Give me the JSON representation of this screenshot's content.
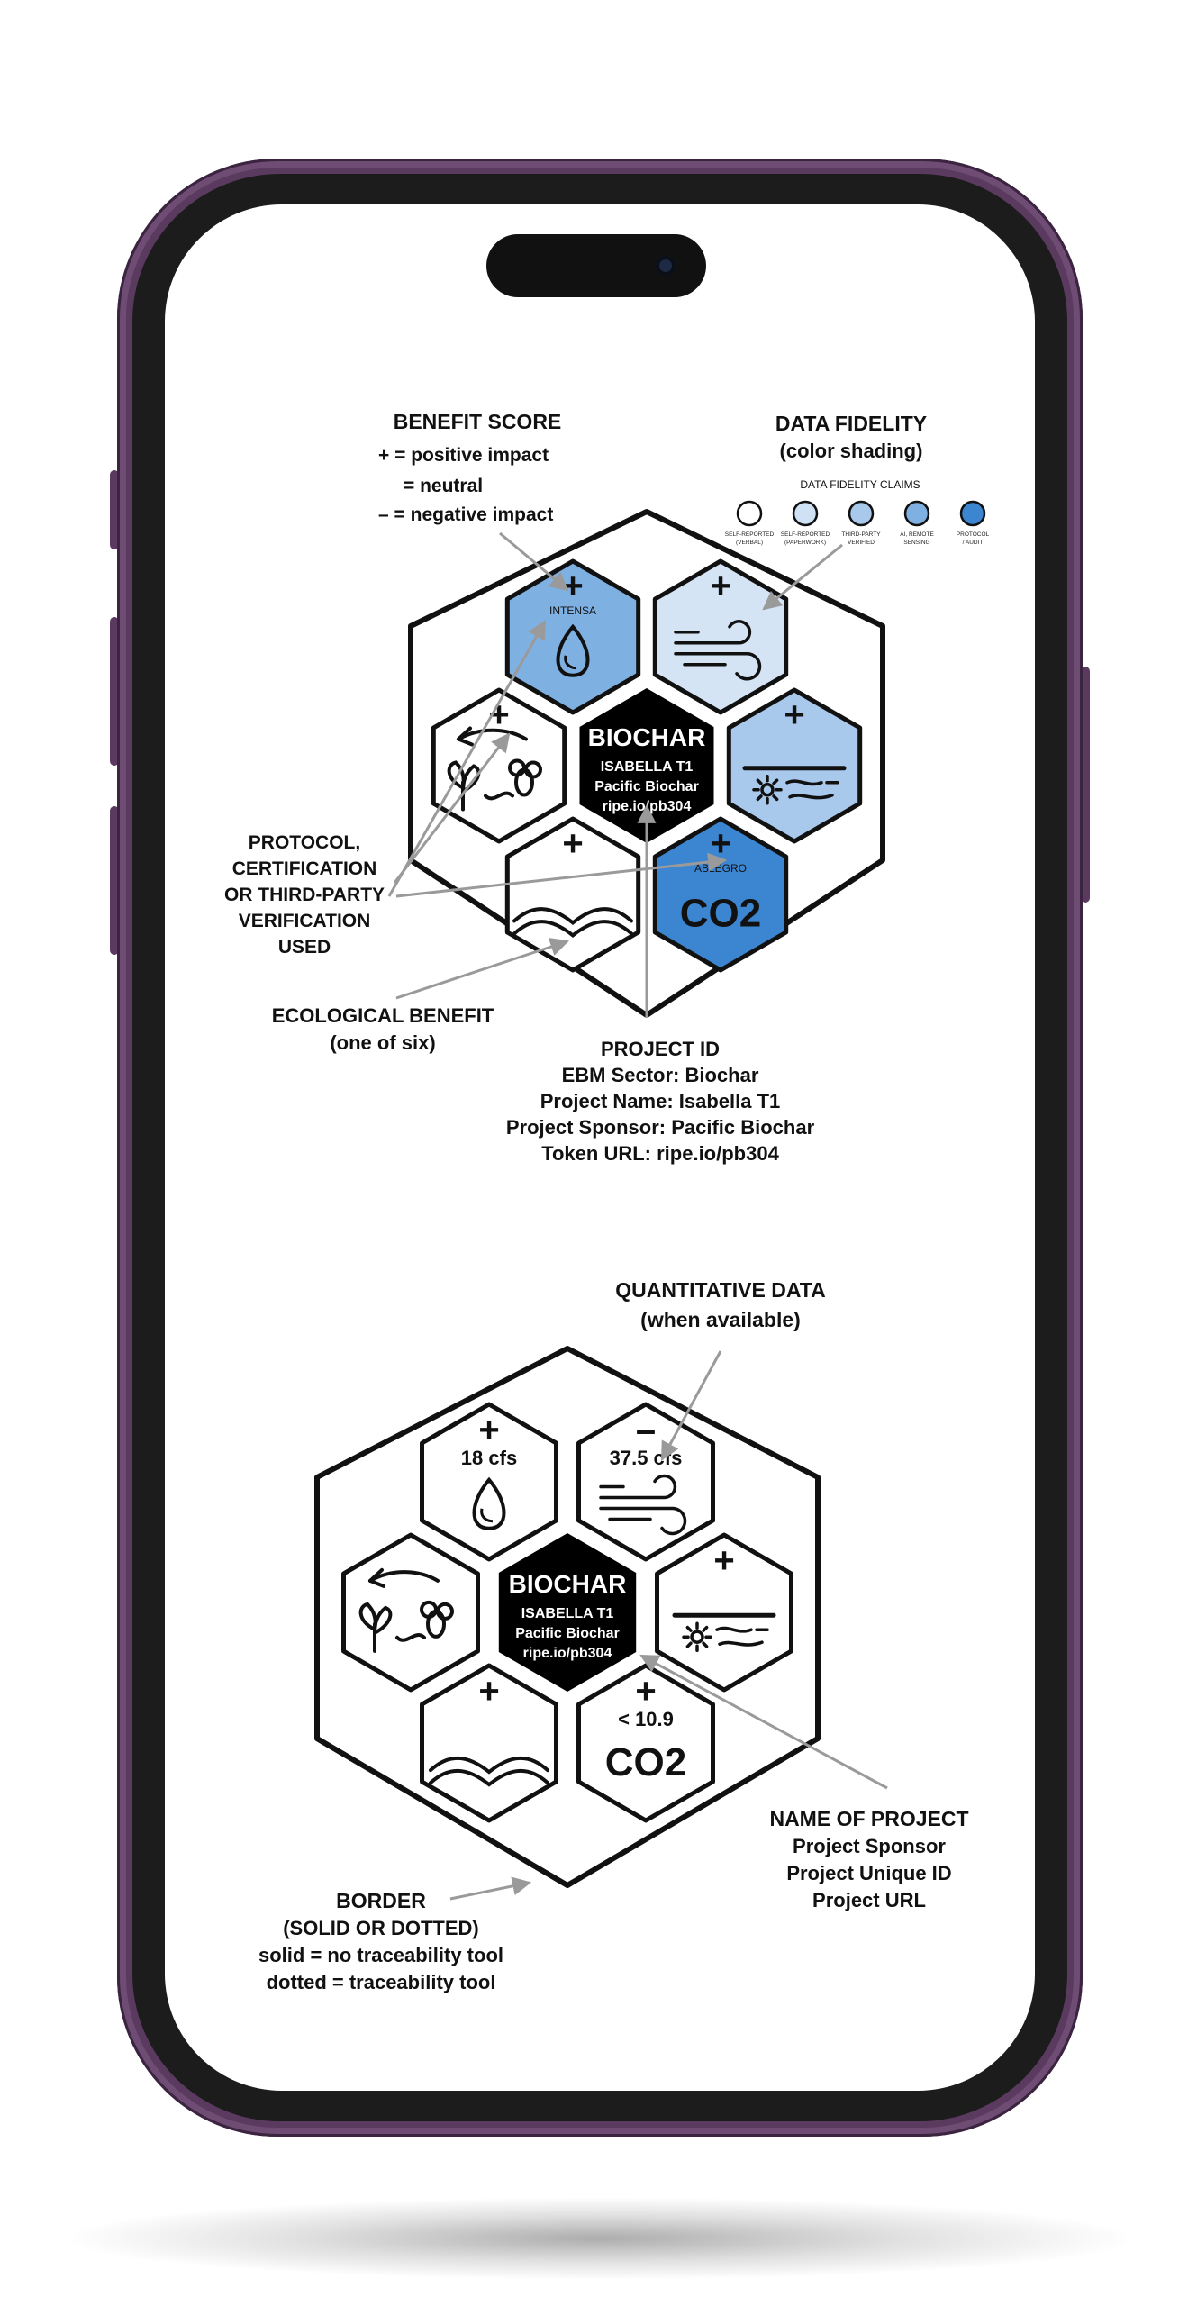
{
  "diagram1": {
    "center": {
      "title": "BIOCHAR",
      "line1": "ISABELLA T1",
      "line2": "Pacific Biochar",
      "line3": "ripe.io/pb304"
    },
    "benefit_score": {
      "title": "BENEFIT SCORE",
      "positive": "+ = positive impact",
      "neutral": "= neutral",
      "negative": "– = negative impact"
    },
    "data_fidelity": {
      "title": "DATA FIDELITY",
      "subtitle": "(color shading)",
      "claims_title": "DATA FIDELITY CLAIMS",
      "levels": [
        {
          "l1": "SELF-REPORTED",
          "l2": "(VERBAL)",
          "color": "#ffffff"
        },
        {
          "l1": "SELF-REPORTED",
          "l2": "(PAPERWORK)",
          "color": "#cfe1f5"
        },
        {
          "l1": "THIRD-PARTY",
          "l2": "VERIFIED",
          "color": "#a9c9ec"
        },
        {
          "l1": "AI, REMOTE",
          "l2": "SENSING",
          "color": "#7fb0e2"
        },
        {
          "l1": "PROTOCOL",
          "l2": "/ AUDIT",
          "color": "#3c86d1"
        }
      ]
    },
    "cells": {
      "water": {
        "score": "+",
        "label": "INTENSA"
      },
      "air": {
        "score": "+"
      },
      "bio": {
        "score": "+"
      },
      "soil": {
        "score": "+"
      },
      "land": {
        "score": "+"
      },
      "carbon": {
        "score": "+",
        "label": "ABLEGRO",
        "text": "CO2"
      }
    },
    "protocol_label": [
      "PROTOCOL,",
      "CERTIFICATION",
      "OR THIRD-PARTY",
      "VERIFICATION",
      "USED"
    ],
    "eco_label": [
      "ECOLOGICAL BENEFIT",
      "(one of six)"
    ],
    "project_id_label": [
      "PROJECT ID",
      "EBM Sector: Biochar",
      "Project Name: Isabella T1",
      "Project Sponsor: Pacific Biochar",
      "Token URL: ripe.io/pb304"
    ]
  },
  "diagram2": {
    "center": {
      "title": "BIOCHAR",
      "line1": "ISABELLA T1",
      "line2": "Pacific Biochar",
      "line3": "ripe.io/pb304"
    },
    "quant_label": [
      "QUANTITATIVE DATA",
      "(when available)"
    ],
    "cells": {
      "water": {
        "score": "+",
        "value": "18 cfs"
      },
      "air": {
        "score": "–",
        "value": "37.5 cfs"
      },
      "bio": {
        "score": ""
      },
      "soil": {
        "score": "+"
      },
      "land": {
        "score": "+"
      },
      "carbon": {
        "score": "+",
        "value": "< 10.9",
        "text": "CO2"
      }
    },
    "name_label": [
      "NAME OF PROJECT",
      "Project Sponsor",
      "Project Unique ID",
      "Project URL"
    ],
    "border_label": [
      "BORDER",
      "(SOLID OR DOTTED)",
      "solid = no traceability tool",
      "dotted = traceability tool"
    ]
  },
  "colors": {
    "frame": "#5b3a5f",
    "bezel": "#1c1c1c",
    "center_hex": "#000000",
    "water_fill": "#7fb0e2",
    "air_fill": "#d4e4f5",
    "soil_fill": "#a9c9ec",
    "carbon_fill": "#3c86d1",
    "callout_line": "#9a9a9a"
  }
}
